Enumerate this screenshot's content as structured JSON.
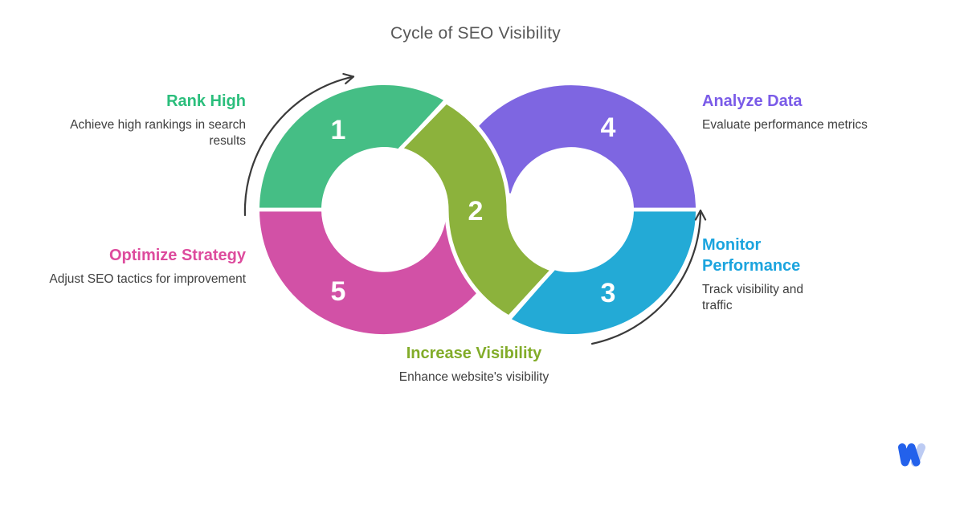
{
  "title": "Cycle of SEO Visibility",
  "steps": [
    {
      "number": "1",
      "label": "Rank High",
      "description": "Achieve high rankings in search results"
    },
    {
      "number": "2",
      "label": "Increase Visibility",
      "description": "Enhance website's visibility"
    },
    {
      "number": "3",
      "label": "Monitor Performance",
      "description": "Track visibility and traffic"
    },
    {
      "number": "4",
      "label": "Analyze Data",
      "description": "Evaluate performance metrics"
    },
    {
      "number": "5",
      "label": "Optimize Strategy",
      "description": "Adjust SEO tactics for improvement"
    }
  ],
  "colors": {
    "segment_green": "#45BE85",
    "segment_olive": "#8CB23C",
    "segment_blue": "#23AAD6",
    "segment_purple": "#7E66E1",
    "segment_pink": "#D251A6",
    "label_green": "#2BBE7C",
    "label_olive": "#82AC29",
    "label_blue": "#1BA4DE",
    "label_purple": "#7A5BE8",
    "label_pink": "#DD4B9D",
    "title_text": "#585858",
    "body_text": "#3F3F3F",
    "arrow": "#3A3A3A",
    "logo_blue": "#2361EB",
    "logo_light": "#BCCBF3"
  }
}
